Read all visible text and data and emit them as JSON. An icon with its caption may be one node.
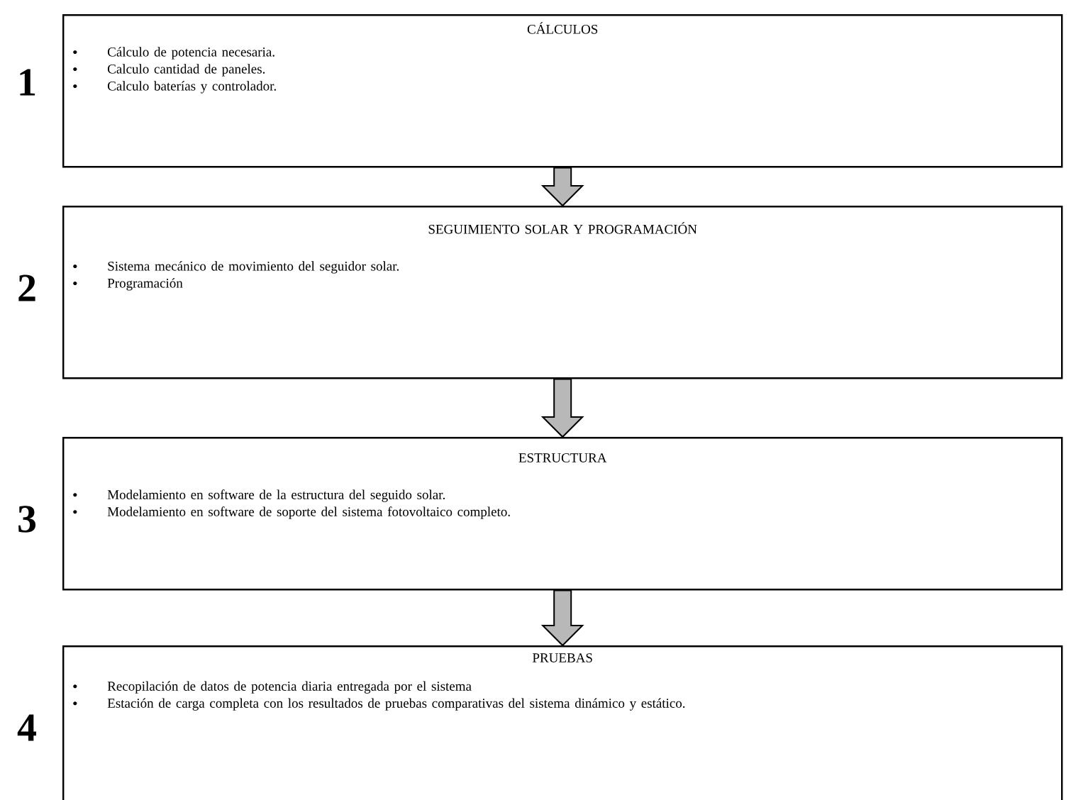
{
  "diagram": {
    "nodes": [
      {
        "text": [
          "CÁLCULOS",
          "Cálculo de potencia necesaria.",
          "Calculo cantidad de paneles.",
          "Calculo baterías y controlador."
        ],
        "beside": [
          "1"
        ]
      },
      {
        "text": [
          "SEGUIMIENTO SOLAR Y PROGRAMACIÓN",
          "Sistema mecánico de movimiento del seguidor solar.",
          "Programación"
        ],
        "beside": [
          "2"
        ]
      },
      {
        "text": [
          "ESTRUCTURA",
          "Modelamiento en software de la estructura del seguido solar.",
          "Modelamiento en software de soporte del sistema fotovoltaico completo."
        ],
        "beside": [
          "3"
        ]
      },
      {
        "text": [
          "PRUEBAS",
          "Recopilación de datos de potencia diaria entregada por el sistema",
          "Estación de carga completa con los resultados de pruebas comparativas del sistema dinámico y estático."
        ],
        "beside": [
          "4"
        ]
      }
    ],
    "edges": [
      {
        "from": 0,
        "to": 1,
        "arrow": "to"
      },
      {
        "from": 1,
        "to": 2,
        "arrow": "to"
      },
      {
        "from": 2,
        "to": 3,
        "arrow": "to"
      }
    ]
  }
}
